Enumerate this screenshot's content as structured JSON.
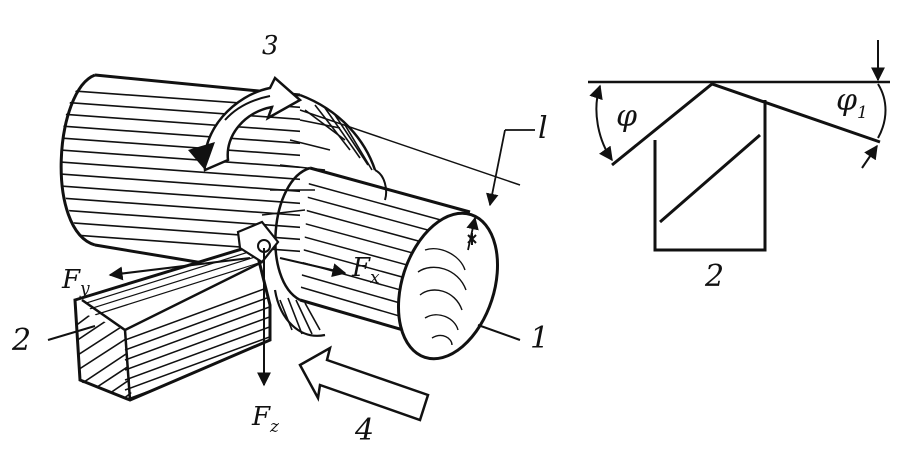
{
  "figure": {
    "label_workpiece": "1",
    "label_depth": "l",
    "label_tool": "2",
    "label_rotation": "3",
    "label_feed": "4",
    "force_y": {
      "main": "F",
      "sub": "y"
    },
    "force_x": {
      "main": "F",
      "sub": "x"
    },
    "force_z": {
      "main": "F",
      "sub": "z"
    }
  },
  "tool_view": {
    "angle_main": "φ",
    "angle_aux": {
      "main": "φ",
      "sub": "1"
    },
    "label_tool": "2"
  },
  "colors": {
    "ink": "#111111",
    "background": "#ffffff"
  }
}
